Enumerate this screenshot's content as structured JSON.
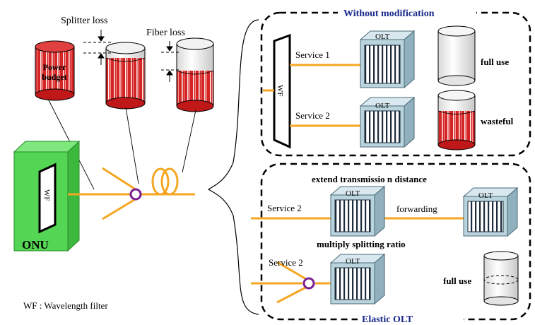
{
  "legend": {
    "wf_definition": "WF : Wavelength filter"
  },
  "cylinders": {
    "power_budget": "Power budget",
    "splitter_loss": "Splitter loss",
    "fiber_loss": "Fiber loss"
  },
  "onu": {
    "label": "ONU",
    "wf": "WF"
  },
  "top_panel": {
    "title": "Without modification",
    "wf": "WF",
    "service1": "Service 1",
    "service2": "Service 2",
    "olt": "OLT",
    "full_use": "full use",
    "wasteful": "wasteful"
  },
  "bottom_panel": {
    "title": "Elastic OLT",
    "extend": "extend transmissio n distance",
    "service2_a": "Service 2",
    "forwarding": "forwarding",
    "multiply": "multiply splitting ratio",
    "service2_b": "Service 2",
    "olt": "OLT",
    "full_use": "full use"
  },
  "colors": {
    "fiber": "#f5a623",
    "onu_green": "#54d654",
    "olt_blue": "#b9d4dc",
    "cylinder_red": "#e02828",
    "splitter_purple": "#7a1f8f",
    "title_blue": "#1a2a8a"
  }
}
